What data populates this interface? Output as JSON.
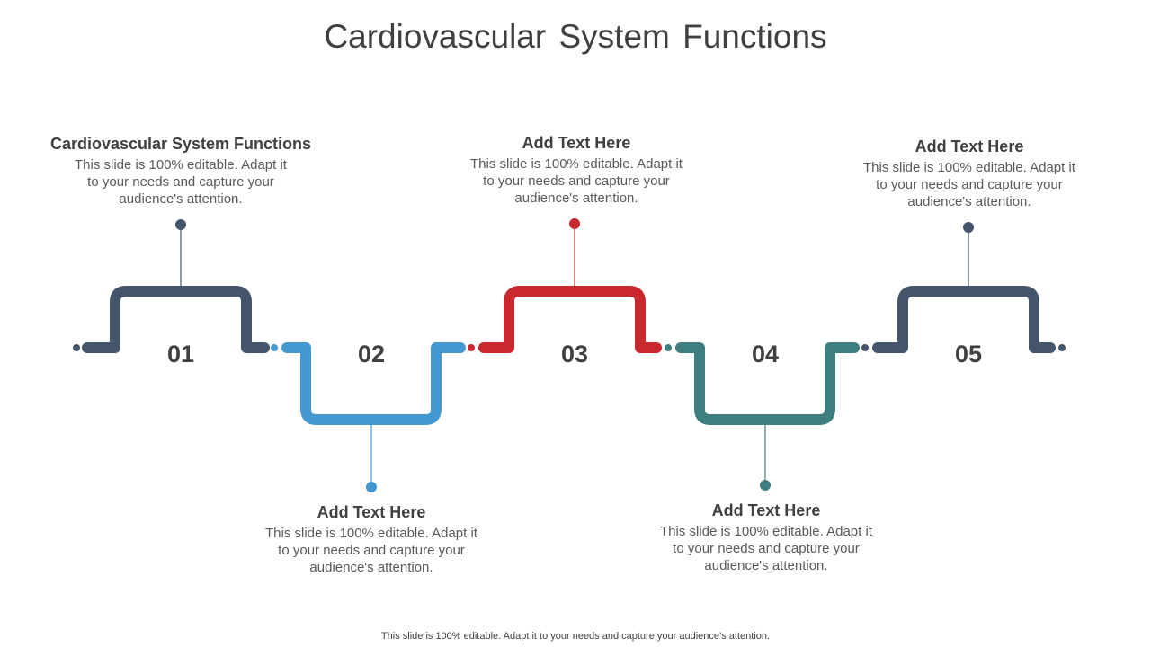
{
  "title": "Cardiovascular System Functions",
  "footer": "This slide is 100% editable. Adapt it to your needs and capture your audience’s attention.",
  "steps": [
    {
      "number": "01",
      "heading": "Cardiovascular System Functions",
      "text": "This slide is 100% editable. Adapt it to your needs and capture your audience's attention.",
      "color": "#44546A"
    },
    {
      "number": "02",
      "heading": "Add Text Here",
      "text": "This slide is 100% editable. Adapt it to your needs and capture your audience's attention.",
      "color": "#4399CF"
    },
    {
      "number": "03",
      "heading": "Add Text Here",
      "text": "This slide is 100% editable. Adapt it to your needs and capture your audience's attention.",
      "color": "#C8282E"
    },
    {
      "number": "04",
      "heading": "Add Text Here",
      "text": "This slide is 100% editable. Adapt it to your needs and capture your audience's attention.",
      "color": "#3E7E7E"
    },
    {
      "number": "05",
      "heading": "Add Text Here",
      "text": "This slide is 100% editable. Adapt it to your needs and capture your audience's attention.",
      "color": "#44546A"
    }
  ]
}
